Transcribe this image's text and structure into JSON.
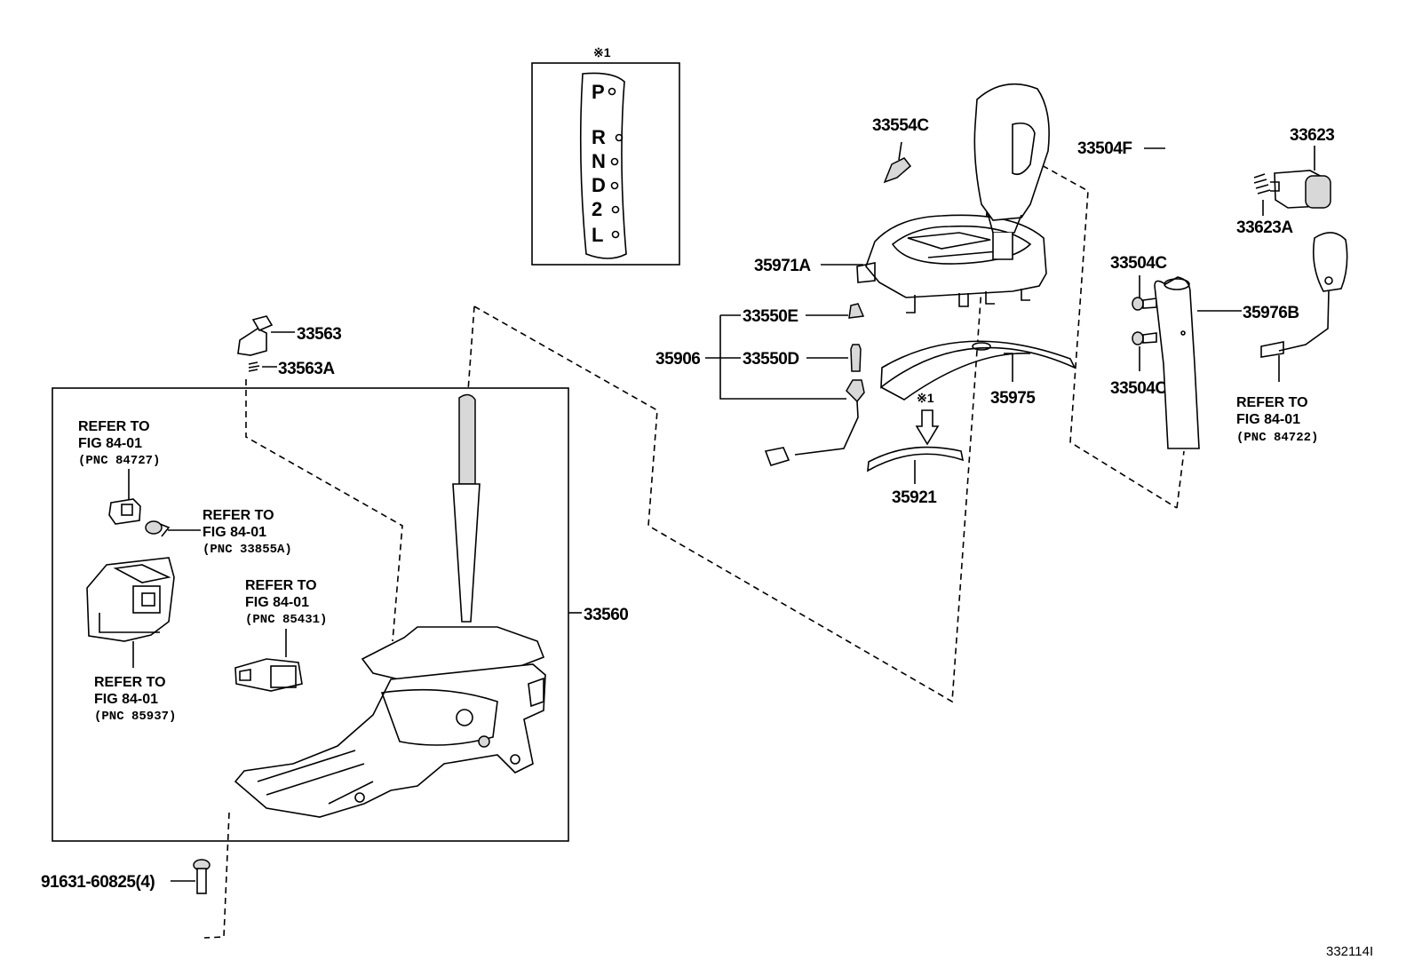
{
  "figure_id": "332114I",
  "note_marker": "※1",
  "gate_panel": {
    "positions": [
      "P",
      "R",
      "N",
      "D",
      "2",
      "L"
    ]
  },
  "parts": {
    "p33554C": "33554C",
    "p35971A": "35971A",
    "p33550E": "33550E",
    "p35906": "35906",
    "p33550D": "33550D",
    "p35975": "35975",
    "p35921": "35921",
    "p33504F": "33504F",
    "p33623": "33623",
    "p33623A": "33623A",
    "p33504C_top": "33504C",
    "p33504C_bottom": "33504C",
    "p35976B": "35976B",
    "p33563": "33563",
    "p33563A": "33563A",
    "p33560": "33560",
    "p91631": "91631-60825(4)"
  },
  "refs": {
    "r84727": {
      "line1": "REFER TO",
      "line2": "FIG 84-01",
      "pnc": "(PNC 84727)"
    },
    "r33855A": {
      "line1": "REFER TO",
      "line2": "FIG 84-01",
      "pnc": "(PNC 33855A)"
    },
    "r85431": {
      "line1": "REFER TO",
      "line2": "FIG 84-01",
      "pnc": "(PNC 85431)"
    },
    "r85937": {
      "line1": "REFER TO",
      "line2": "FIG 84-01",
      "pnc": "(PNC 85937)"
    },
    "r84722": {
      "line1": "REFER TO",
      "line2": "FIG 84-01",
      "pnc": "(PNC 84722)"
    }
  }
}
